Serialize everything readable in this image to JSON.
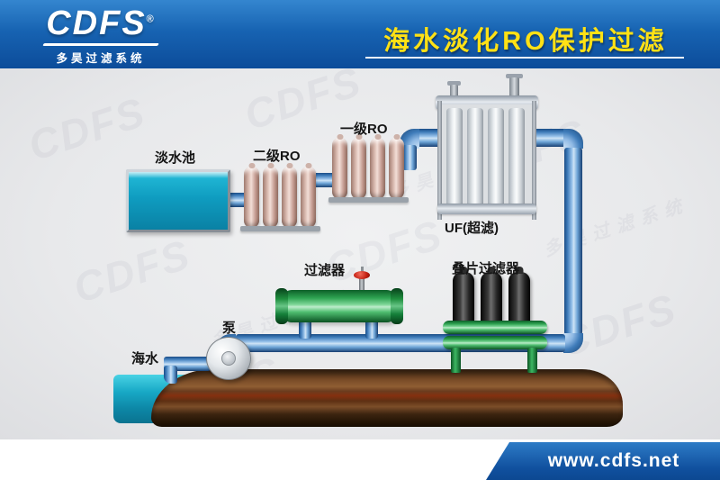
{
  "header": {
    "logo": {
      "brand": "CDFS",
      "registered": "®",
      "tagline": "多昊过滤系统"
    },
    "title": "海水淡化RO保护过滤"
  },
  "diagram": {
    "labels": {
      "fresh_water_pool": "淡水池",
      "second_stage_ro": "二级RO",
      "first_stage_ro": "一级RO",
      "uf": "UF(超滤)",
      "filter": "过滤器",
      "disc_filter": "叠片过滤器",
      "pump": "泵",
      "seawater": "海水"
    },
    "colors": {
      "pipe_blue": "#3f7cba",
      "pool_water": "#0f9cc0",
      "ro_vessel": "#e3c8c0",
      "filter_green": "#2fa452",
      "canister_black": "#1a1a1a",
      "ground_brown": "#6b3c1e",
      "sea_water": "#18a9c6"
    }
  },
  "watermark": {
    "brand": "CDFS",
    "tagline": "多昊过滤系统"
  },
  "footer": {
    "url": "www.cdfs.net"
  }
}
